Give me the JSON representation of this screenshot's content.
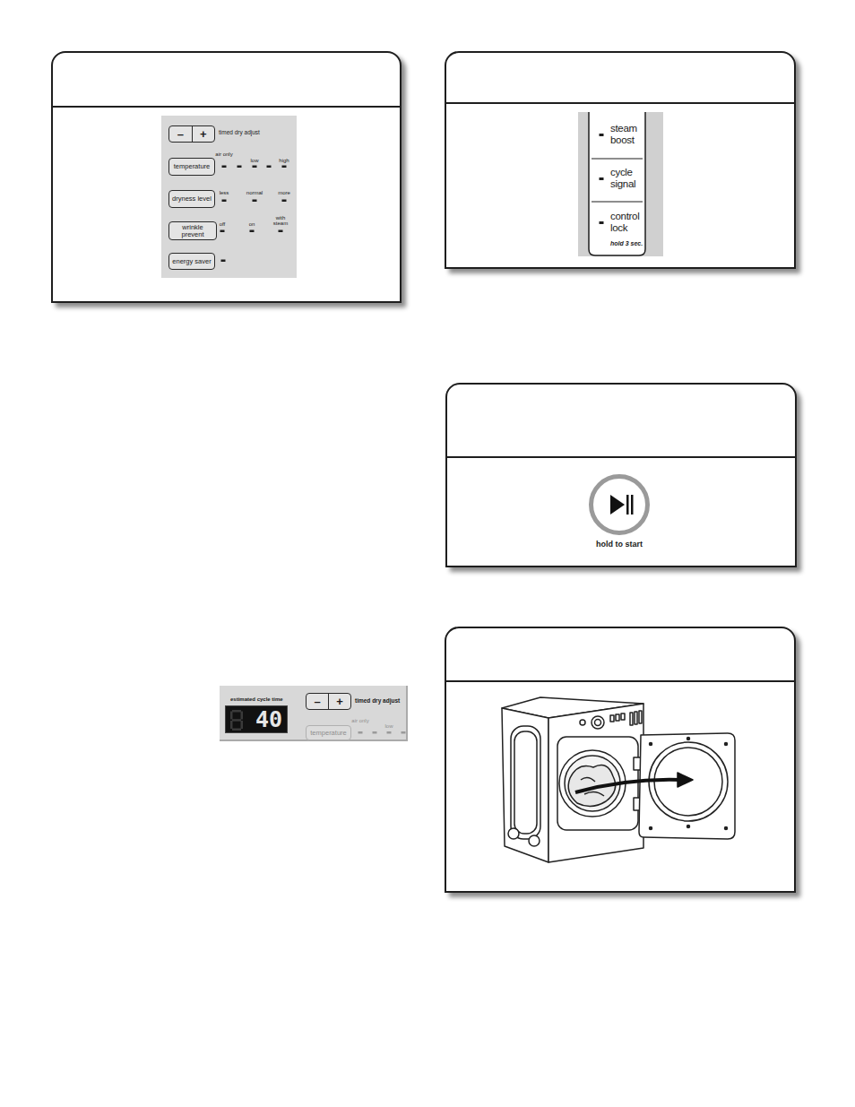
{
  "diagram": {
    "nodes": [
      {
        "text": [
          "–",
          "+"
        ]
      },
      {
        "text": [
          "temperature"
        ]
      },
      {
        "text": [
          "dryness level"
        ]
      },
      {
        "text": [
          "wrinkle prevent"
        ]
      },
      {
        "text": [
          "energy saver"
        ]
      },
      {
        "text": [
          "steam boost",
          "cycle signal",
          "control lock",
          "hold 3 sec."
        ]
      },
      {
        "text": [
          "hold to start"
        ]
      },
      {
        "text": [
          "40"
        ]
      },
      {
        "text": [
          "–",
          "+"
        ]
      },
      {
        "text": [
          "temperature"
        ]
      }
    ],
    "labels": [
      "timed dry adjust",
      "air only",
      "low",
      "high",
      "less",
      "normal",
      "more",
      "off",
      "on",
      "with steam",
      "estimated cycle time",
      "timed dry adjust",
      "air only",
      "low"
    ]
  }
}
